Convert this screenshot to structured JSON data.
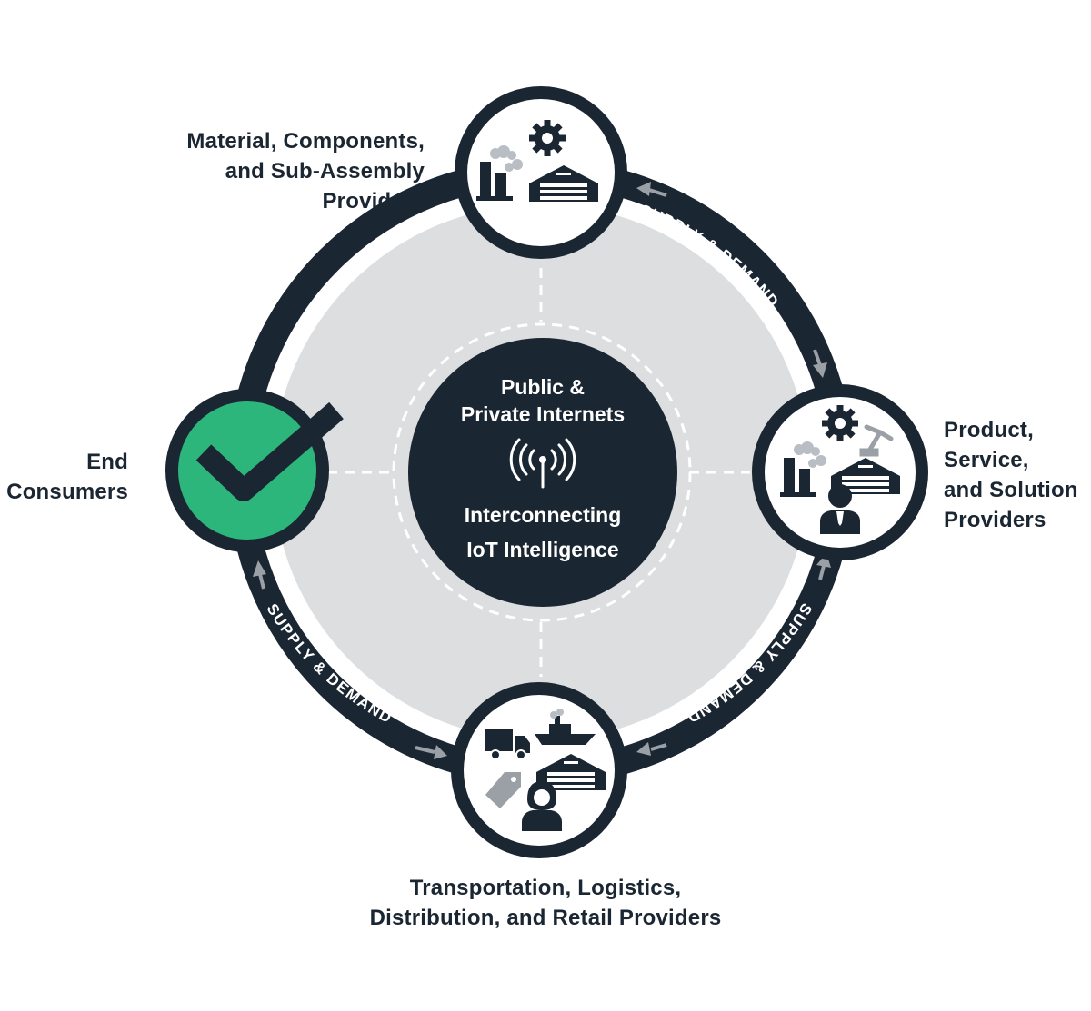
{
  "colors": {
    "navy": "#1b2633",
    "light_gray_disc": "#dcdee0",
    "arrow_gray": "#9aa0a6",
    "check_green": "#2db67c",
    "white": "#ffffff"
  },
  "hub": {
    "title_lines": [
      "Public &",
      "Private Internets"
    ],
    "subtitle_lines": [
      "Interconnecting",
      "IoT Intelligence"
    ],
    "icon": "antenna-signal-icon"
  },
  "nodes": {
    "top": {
      "label_lines": [
        "Material, Components,",
        "and Sub-Assembly",
        "Providers"
      ],
      "icons": [
        "factory-icon",
        "gear-icon",
        "warehouse-icon"
      ]
    },
    "right": {
      "label_lines": [
        "Product,",
        "Service,",
        "and Solution",
        "Providers"
      ],
      "icons": [
        "factory-icon",
        "gear-icon",
        "robot-arm-icon",
        "warehouse-icon",
        "person-icon"
      ]
    },
    "bottom": {
      "label_lines": [
        "Transportation, Logistics,",
        "Distribution, and Retail Providers"
      ],
      "icons": [
        "truck-icon",
        "ship-icon",
        "warehouse-icon",
        "price-tag-icon",
        "person-icon"
      ]
    },
    "left": {
      "label_lines": [
        "End",
        "Consumers"
      ],
      "icons": [
        "checkmark-icon"
      ]
    }
  },
  "flows": {
    "top_right": "SUPPLY & DEMAND",
    "right_bottom": "SUPPLY & DEMAND",
    "bottom_left": "SUPPLY & DEMAND"
  }
}
